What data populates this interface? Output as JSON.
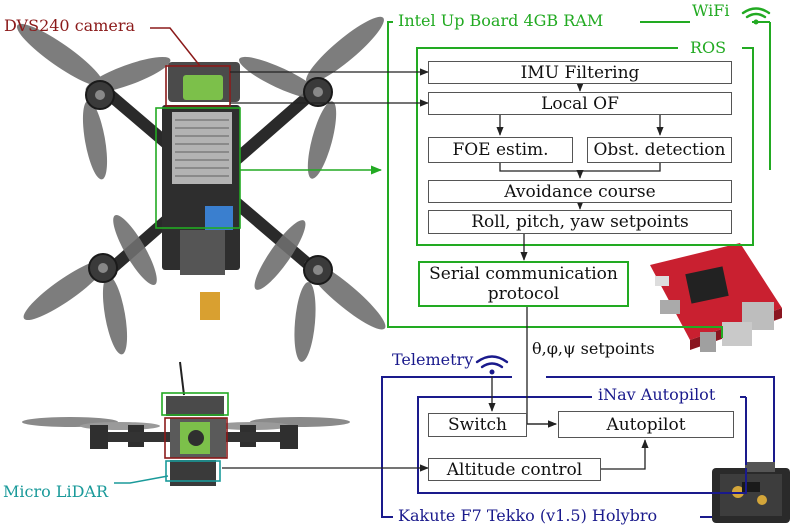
{
  "colors": {
    "green": "#22aa22",
    "dark_red": "#8b1a1a",
    "navy": "#1a1a8c",
    "teal": "#1a9a9a",
    "box_border": "#555555",
    "arrow": "#222222"
  },
  "labels": {
    "camera": "DVS240  camera",
    "lidar": "Micro LiDAR",
    "up_board": "Intel Up Board 4GB RAM",
    "wifi": "WiFi",
    "ros": "ROS",
    "telemetry": "Telemetry",
    "setpoints": "θ,φ,ψ setpoints",
    "inav": "iNav Autopilot",
    "kakute": "Kakute F7 Tekko (v1.5) Holybro"
  },
  "blocks": {
    "imu": "IMU Filtering",
    "local_of": "Local OF",
    "foe": "FOE estim.",
    "obst": "Obst. detection",
    "avoid": "Avoidance course",
    "rpy": "Roll, pitch, yaw setpoints",
    "serial_line1": "Serial communication",
    "serial_line2": "protocol",
    "switch": "Switch",
    "autopilot": "Autopilot",
    "altitude": "Altitude control"
  },
  "icons": {
    "wifi": "wifi-icon",
    "telemetry": "telemetry-icon"
  }
}
